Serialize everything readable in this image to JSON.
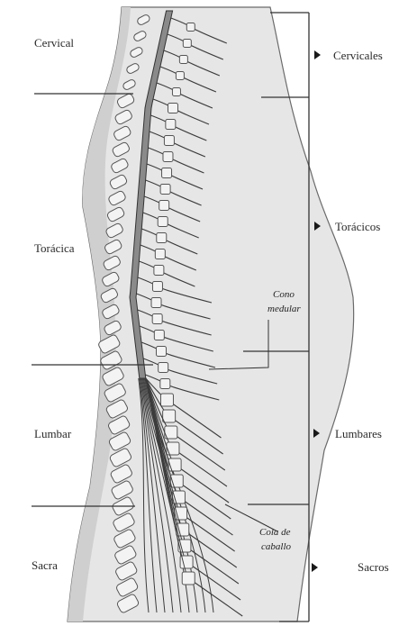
{
  "left_regions": [
    {
      "label": "Cervical"
    },
    {
      "label": "Torácica"
    },
    {
      "label": "Lumbar"
    },
    {
      "label": "Sacra"
    }
  ],
  "right_nerves": [
    {
      "label": "Cervicales"
    },
    {
      "label": "Torácicos"
    },
    {
      "label": "Lumbares"
    },
    {
      "label": "Sacros"
    }
  ],
  "annotations": {
    "cono_medular": [
      "Cono",
      "medular"
    ],
    "cola_de_caballo": [
      "Cola de",
      "caballo"
    ]
  },
  "colors": {
    "skin_fill": "#e6e6e6",
    "vertebra_fill": "#f3f3f3",
    "nerve_stroke": "#3c3c3c",
    "cord_fill": "#8a8a8a",
    "line": "#333333"
  }
}
